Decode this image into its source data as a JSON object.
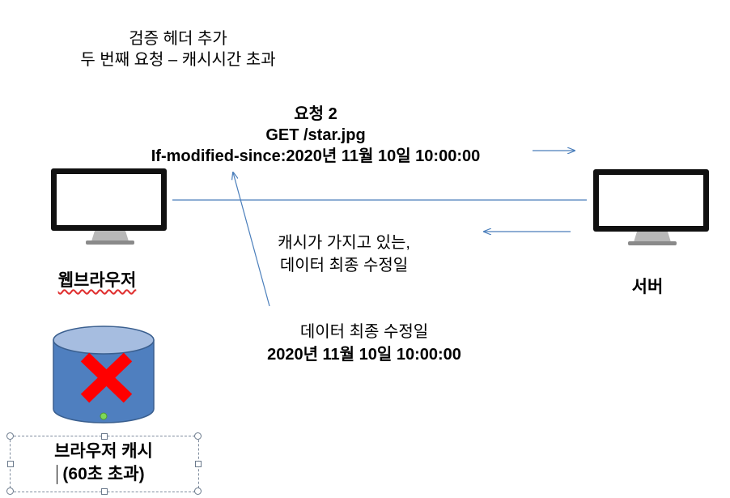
{
  "title": {
    "line1": "검증 헤더 추가",
    "line2": "두 번째 요청 – 캐시시간 초과"
  },
  "request": {
    "line1": "요청 2",
    "line2": "GET /star.jpg",
    "line3": "If-modified-since:2020년 11월 10일 10:00:00"
  },
  "cache_note": {
    "line1": "캐시가 가지고 있는,",
    "line2": "데이터 최종 수정일"
  },
  "data_note": {
    "line1": "데이터 최종 수정일",
    "line2": "2020년 11월 10일 10:00:00"
  },
  "labels": {
    "browser": "웹브라우저",
    "server": "서버",
    "cache_line1": "브라우저 캐시",
    "cache_line2": "(60초 초과)"
  },
  "colors": {
    "arrow": "#4a7ebb",
    "cylinder": "#4f7fbf",
    "cylinder_stroke": "#3a5f8f",
    "x_mark": "#ff0000",
    "dot": "#7ed957",
    "monitor_frame": "#111111"
  },
  "icons": {
    "browser_monitor": "monitor-icon",
    "server_monitor": "monitor-icon",
    "cache_cylinder": "database-icon",
    "invalid_mark": "x-mark-icon"
  }
}
